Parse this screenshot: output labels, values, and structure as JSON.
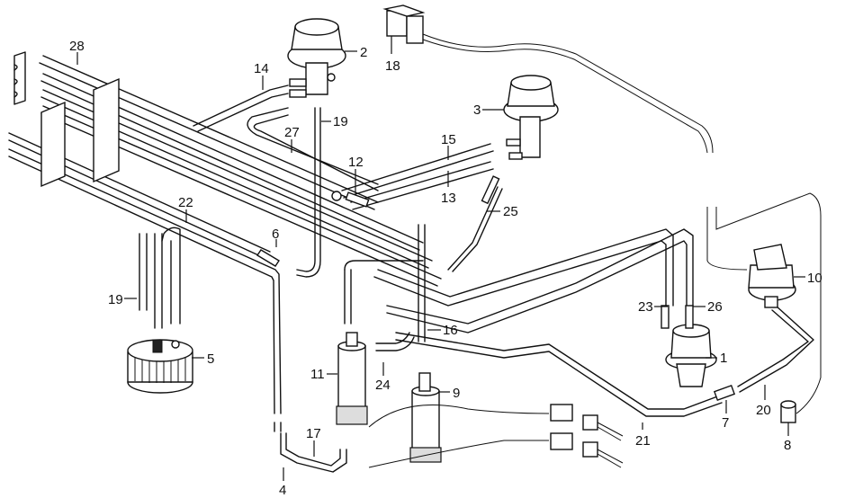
{
  "diagram": {
    "type": "exploded parts diagram",
    "subject": "vacuum hose / emission control components",
    "callouts": [
      {
        "id": "c1",
        "label": "1"
      },
      {
        "id": "c2",
        "label": "2"
      },
      {
        "id": "c3",
        "label": "3"
      },
      {
        "id": "c4",
        "label": "4"
      },
      {
        "id": "c5",
        "label": "5"
      },
      {
        "id": "c6",
        "label": "6"
      },
      {
        "id": "c7",
        "label": "7"
      },
      {
        "id": "c8",
        "label": "8"
      },
      {
        "id": "c9",
        "label": "9"
      },
      {
        "id": "c10",
        "label": "10"
      },
      {
        "id": "c11",
        "label": "11"
      },
      {
        "id": "c12",
        "label": "12"
      },
      {
        "id": "c13",
        "label": "13"
      },
      {
        "id": "c14",
        "label": "14"
      },
      {
        "id": "c15",
        "label": "15"
      },
      {
        "id": "c16",
        "label": "16"
      },
      {
        "id": "c17",
        "label": "17"
      },
      {
        "id": "c18",
        "label": "18"
      },
      {
        "id": "c19a",
        "label": "19"
      },
      {
        "id": "c19b",
        "label": "19"
      },
      {
        "id": "c20",
        "label": "20"
      },
      {
        "id": "c21",
        "label": "21"
      },
      {
        "id": "c22",
        "label": "22"
      },
      {
        "id": "c23",
        "label": "23"
      },
      {
        "id": "c24",
        "label": "24"
      },
      {
        "id": "c25",
        "label": "25"
      },
      {
        "id": "c26",
        "label": "26"
      },
      {
        "id": "c27",
        "label": "27"
      },
      {
        "id": "c28",
        "label": "28"
      }
    ]
  }
}
